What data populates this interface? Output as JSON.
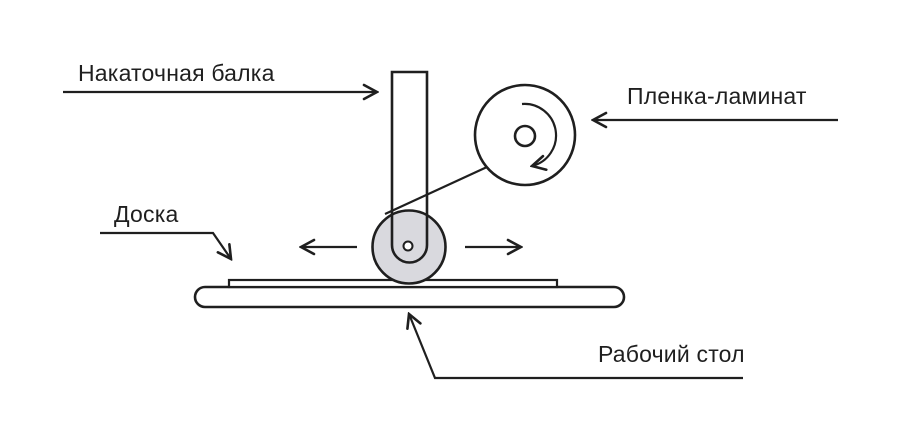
{
  "colors": {
    "line": "#1f1f1f",
    "roller_fill": "#d9d9de",
    "background": "#ffffff"
  },
  "labels": {
    "rolling_beam": "Накаточная балка",
    "film_laminate": "Пленка-ламинат",
    "board": "Доска",
    "work_table": "Рабочий стол"
  }
}
